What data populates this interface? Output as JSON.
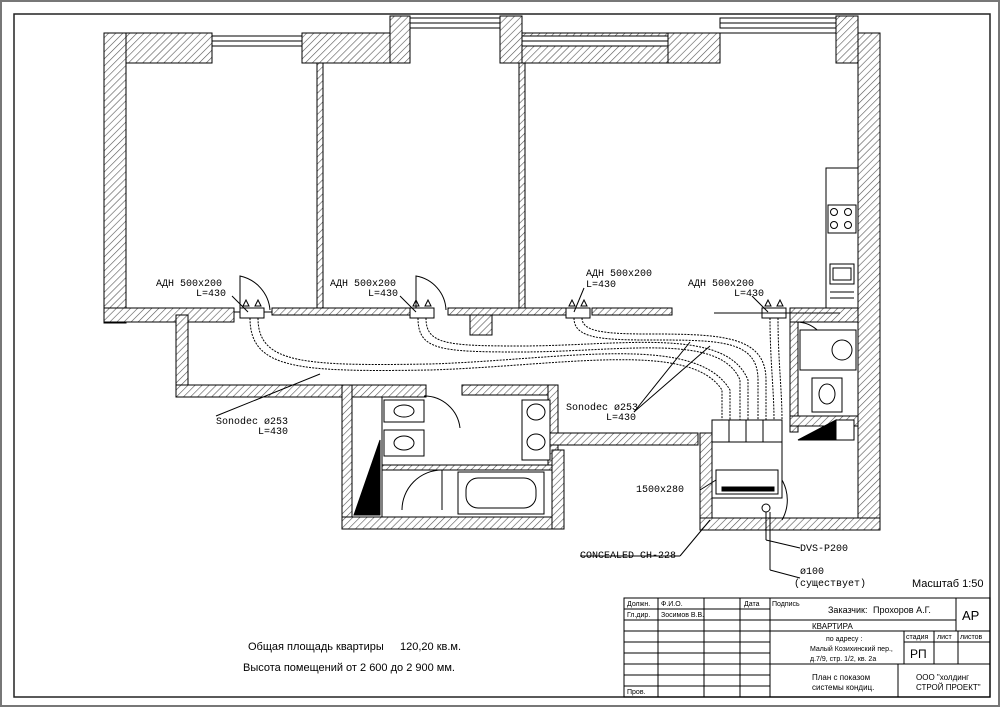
{
  "annotations": {
    "adn1_size": "АДН 500х200",
    "adn1_len": "L=430",
    "adn2_size": "АДН 500х200",
    "adn2_len": "L=430",
    "adn3_size": "АДН 500х200",
    "adn3_len": "L=430",
    "adn4_size": "АДН 500х200",
    "adn4_len": "L=430",
    "sonodec_left": "Sonodec ø253",
    "sonodec_left_len": "L=430",
    "sonodec_right": "Sonodec ø253",
    "sonodec_right_len": "L=430",
    "box_size": "1500х280",
    "concealed": "CONCEALED CH-228",
    "dvs": "DVS-P200",
    "pipe_diam": "ø100",
    "pipe_existing": "(существует)",
    "scale": "Масштаб 1:50"
  },
  "notes": {
    "area_label": "Общая площадь квартиры",
    "area_value": "120,20 кв.м.",
    "height_line": "Высота помещений от 2 600 до 2 900 мм."
  },
  "title_block": {
    "col_post": "Должн.",
    "col_name": "Ф.И.О.",
    "col_date": "Дата",
    "col_sign": "Подпись",
    "row1_post": "Гл.дир.",
    "row1_name": "Зосимов В.В.",
    "row_last": "Пров.",
    "client_label": "Заказчик:",
    "client_name": "Прохоров А.Г.",
    "section_code": "АР",
    "object": "КВАРТИРА",
    "address_label": "по адресу :",
    "address_line1": "Малый Козихинский пер.,",
    "address_line2": "д.7/9, стр. 1/2, кв. 2а",
    "stage_label": "стадия",
    "sheet_label": "лист",
    "sheets_label": "листов",
    "stage_value": "РП",
    "drawing_title_1": "План с показом",
    "drawing_title_2": "системы кондиц.",
    "company_1": "ООО \"холдинг",
    "company_2": "СТРОЙ ПРОЕКТ\""
  }
}
